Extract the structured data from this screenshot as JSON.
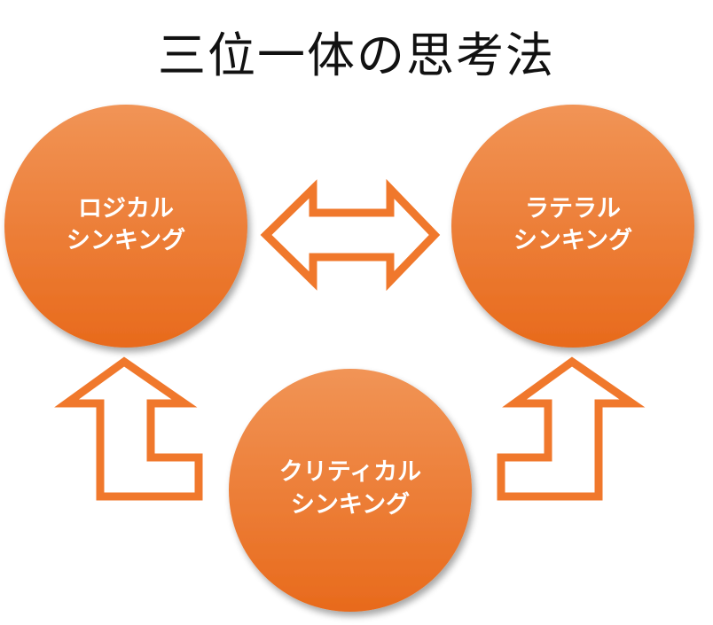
{
  "title": "三位一体の思考法",
  "colors": {
    "circle_light": "#F19456",
    "circle_dark": "#E86A1C",
    "arrow_stroke": "#F0782C",
    "text": "#FFFFFF"
  },
  "nodes": {
    "logical": {
      "line1": "ロジカル",
      "line2": "シンキング"
    },
    "lateral": {
      "line1": "ラテラル",
      "line2": "シンキング"
    },
    "critical": {
      "line1": "クリティカル",
      "line2": "シンキング"
    }
  },
  "arrows": [
    {
      "name": "double-arrow",
      "from": "logical",
      "to": "lateral",
      "direction": "both"
    },
    {
      "name": "bent-arrow-left",
      "from": "critical",
      "to": "logical",
      "direction": "up"
    },
    {
      "name": "bent-arrow-right",
      "from": "critical",
      "to": "lateral",
      "direction": "up"
    }
  ]
}
